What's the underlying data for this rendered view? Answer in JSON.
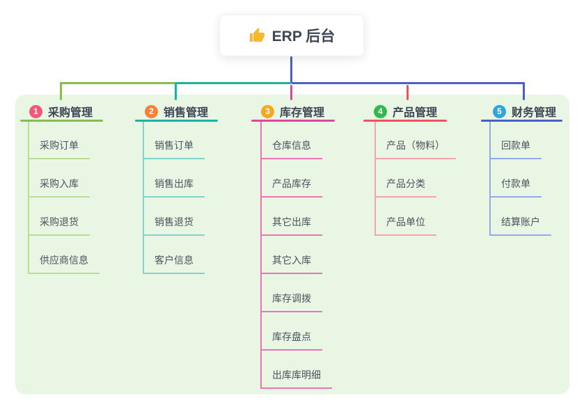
{
  "root": {
    "label": "ERP 后台",
    "icon": "thumbs-up-icon"
  },
  "branches": [
    {
      "badge": "1",
      "title": "采购管理",
      "color": "#85bf4a",
      "light_color": "#b9dc96",
      "badge_color": "#f25773",
      "children": [
        "采购订单",
        "采购入库",
        "采购退货",
        "供应商信息"
      ]
    },
    {
      "badge": "2",
      "title": "销售管理",
      "color": "#17b3a3",
      "light_color": "#7fd3c8",
      "badge_color": "#f5813a",
      "children": [
        "销售订单",
        "销售出库",
        "销售退货",
        "客户信息"
      ]
    },
    {
      "badge": "3",
      "title": "库存管理",
      "color": "#e0459c",
      "light_color": "#ec74b4",
      "badge_color": "#f7a823",
      "children": [
        "仓库信息",
        "产品库存",
        "其它出库",
        "其它入库",
        "库存调拨",
        "库存盘点",
        "出库库明细"
      ]
    },
    {
      "badge": "4",
      "title": "产品管理",
      "color": "#f25060",
      "light_color": "#f8a2ab",
      "badge_color": "#33b850",
      "children": [
        "产品（物料）",
        "产品分类",
        "产品单位"
      ]
    },
    {
      "badge": "5",
      "title": "财务管理",
      "color": "#4a5ecb",
      "light_color": "#94a9e8",
      "badge_color": "#31a3dd",
      "children": [
        "回款单",
        "付款单",
        "结算账户"
      ]
    }
  ],
  "colors": {
    "root_connector": "#4a5ecb",
    "canvas_background": "#eaf6e4"
  }
}
